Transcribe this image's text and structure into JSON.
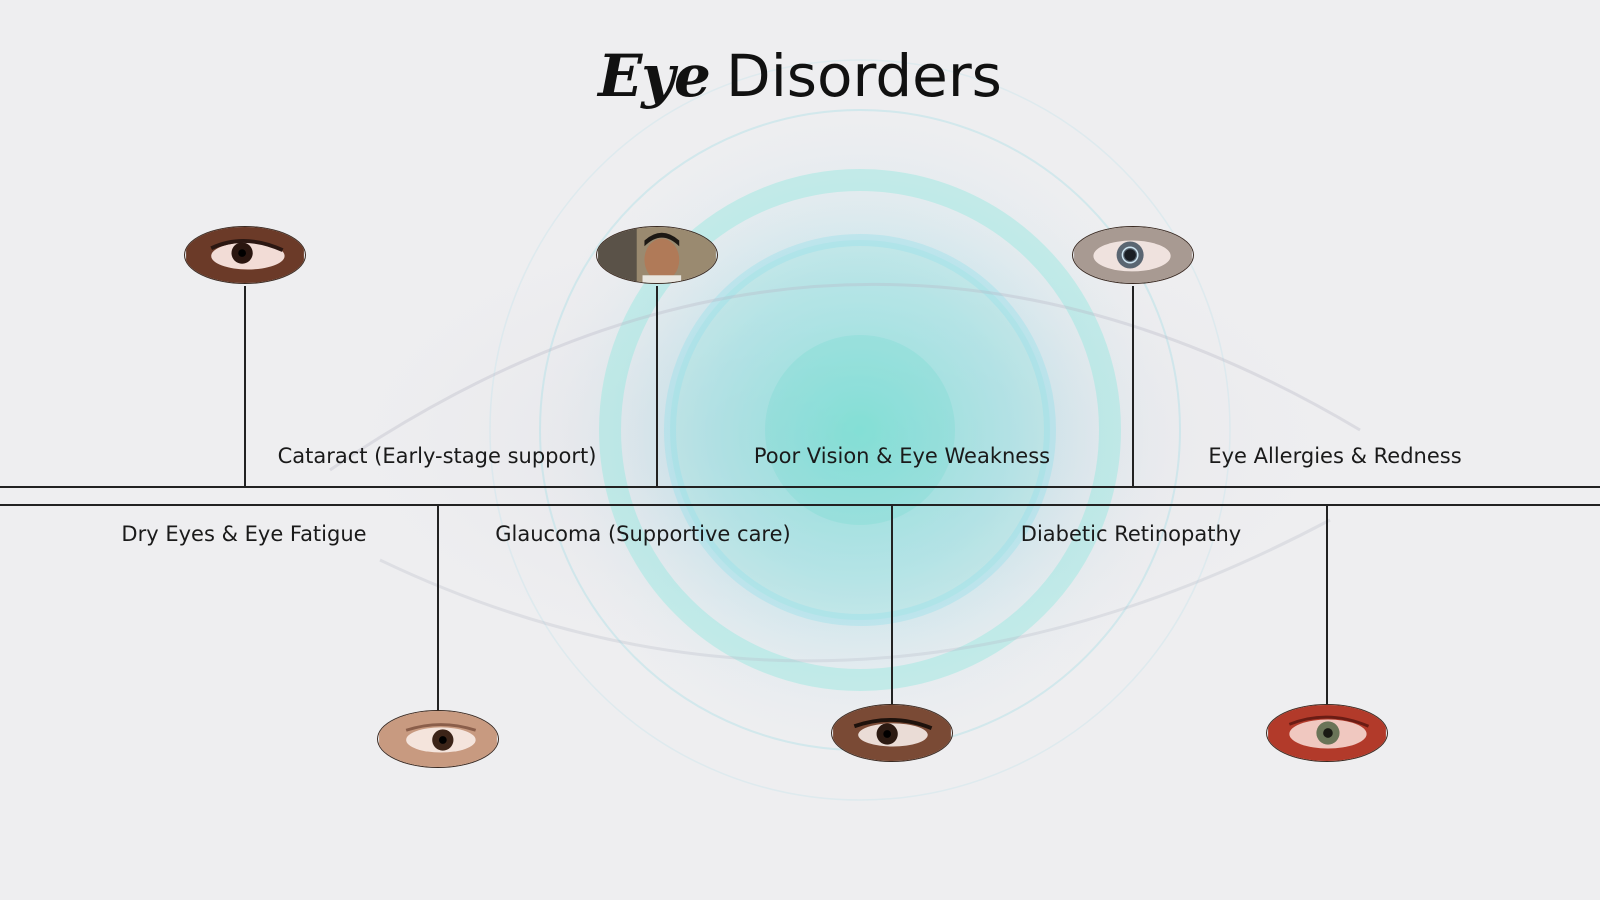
{
  "title": {
    "italic": "Eye",
    "rest": "Disorders"
  },
  "items": [
    {
      "label": "Dry Eyes & Eye Fatigue",
      "icon": "eye-photo-icon",
      "side": "above",
      "color": "#6b3a28"
    },
    {
      "label": "Cataract (Early-stage support)",
      "icon": "eye-photo-icon",
      "side": "below",
      "color": "#c89a80"
    },
    {
      "label": "Glaucoma (Supportive care)",
      "icon": "person-photo-icon",
      "side": "above",
      "color": "#9a8a70"
    },
    {
      "label": "Poor Vision & Eye Weakness",
      "icon": "eye-photo-icon",
      "side": "below",
      "color": "#7a4a35"
    },
    {
      "label": "Diabetic Retinopathy",
      "icon": "eye-photo-icon",
      "side": "above",
      "color": "#a89a92"
    },
    {
      "label": "Eye Allergies & Redness",
      "icon": "eye-photo-icon",
      "side": "below",
      "color": "#b23a2a"
    }
  ]
}
